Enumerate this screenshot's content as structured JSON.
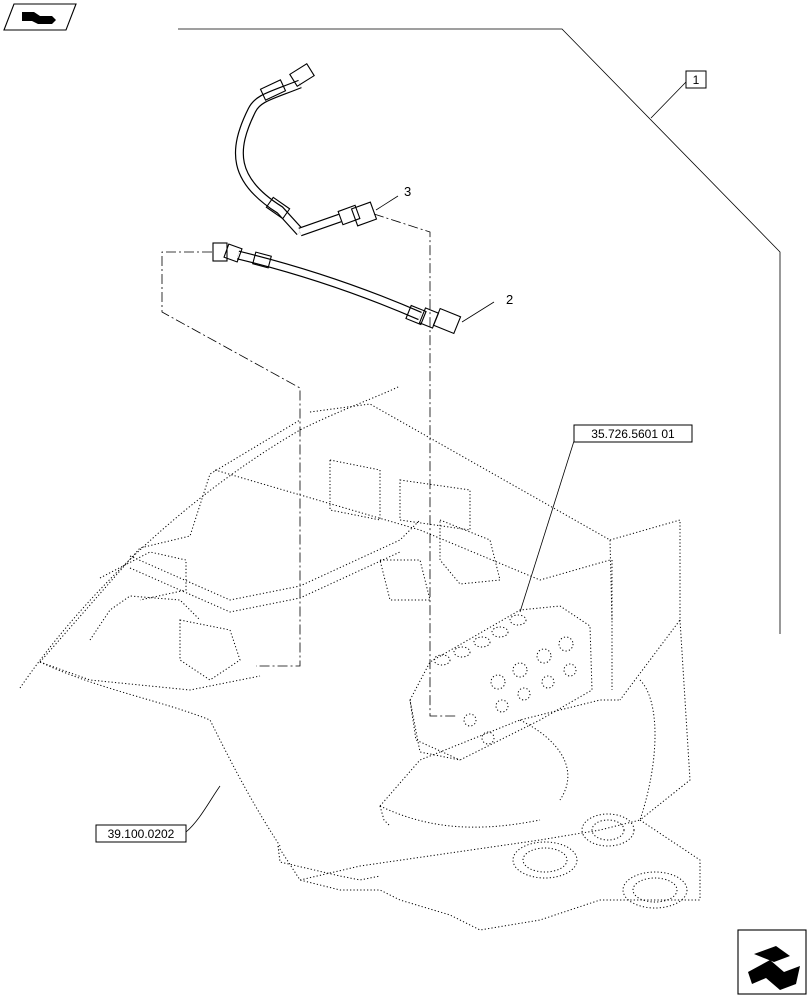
{
  "labels": {
    "item1": "1",
    "item2": "2",
    "item3": "3",
    "ref_valve": "35.726.5601 01",
    "ref_frame": "39.100.0202"
  },
  "icons": {
    "top_left": "page-turn-hand-icon",
    "bottom_right": "next-page-arrow-icon"
  }
}
